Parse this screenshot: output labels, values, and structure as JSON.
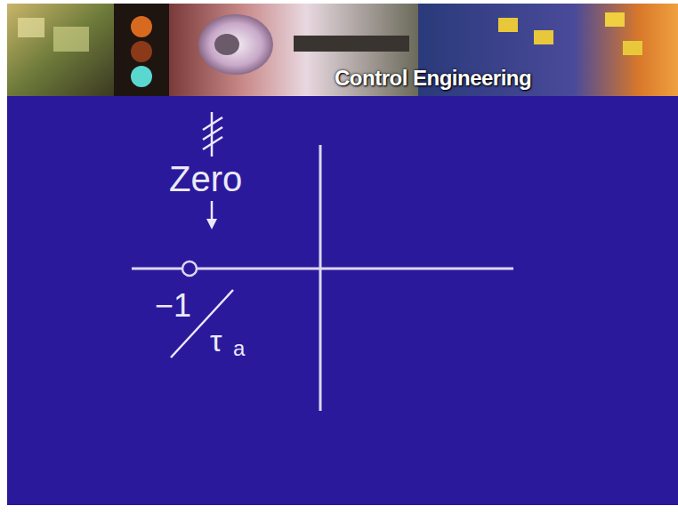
{
  "diagram": {
    "title": "Control Engineering",
    "labels": [
      "Zero",
      "−1",
      "τ",
      "a"
    ]
  }
}
